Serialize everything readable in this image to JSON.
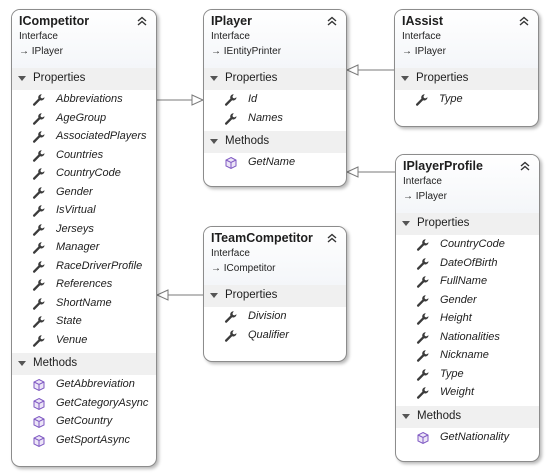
{
  "diagram": {
    "icompetitor": {
      "name": "ICompetitor",
      "stereotype": "Interface",
      "inherits": "IPlayer",
      "sections": [
        {
          "label": "Properties",
          "kind": "property",
          "items": [
            "Abbreviations",
            "AgeGroup",
            "AssociatedPlayers",
            "Countries",
            "CountryCode",
            "Gender",
            "IsVirtual",
            "Jerseys",
            "Manager",
            "RaceDriverProfile",
            "References",
            "ShortName",
            "State",
            "Venue"
          ]
        },
        {
          "label": "Methods",
          "kind": "method",
          "items": [
            "GetAbbreviation",
            "GetCategoryAsync",
            "GetCountry",
            "GetSportAsync"
          ]
        }
      ]
    },
    "iplayer": {
      "name": "IPlayer",
      "stereotype": "Interface",
      "inherits": "IEntityPrinter",
      "sections": [
        {
          "label": "Properties",
          "kind": "property",
          "items": [
            "Id",
            "Names"
          ]
        },
        {
          "label": "Methods",
          "kind": "method",
          "items": [
            "GetName"
          ]
        }
      ]
    },
    "iassist": {
      "name": "IAssist",
      "stereotype": "Interface",
      "inherits": "IPlayer",
      "sections": [
        {
          "label": "Properties",
          "kind": "property",
          "items": [
            "Type"
          ]
        }
      ]
    },
    "iplayerprofile": {
      "name": "IPlayerProfile",
      "stereotype": "Interface",
      "inherits": "IPlayer",
      "sections": [
        {
          "label": "Properties",
          "kind": "property",
          "items": [
            "CountryCode",
            "DateOfBirth",
            "FullName",
            "Gender",
            "Height",
            "Nationalities",
            "Nickname",
            "Type",
            "Weight"
          ]
        },
        {
          "label": "Methods",
          "kind": "method",
          "items": [
            "GetNationality"
          ]
        }
      ]
    },
    "iteamcompetitor": {
      "name": "ITeamCompetitor",
      "stereotype": "Interface",
      "inherits": "ICompetitor",
      "sections": [
        {
          "label": "Properties",
          "kind": "property",
          "items": [
            "Division",
            "Qualifier"
          ]
        }
      ]
    }
  },
  "colors": {
    "border": "#8c8c8c",
    "section_bg": "#f0f0f0",
    "method_icon": "#7e57c2",
    "connector": "#7a7a7a"
  },
  "icons": {
    "property": "wrench-icon",
    "method": "cube-icon",
    "inherit": "inherits-arrow-icon",
    "collapse": "collapse-chevrons-icon"
  }
}
